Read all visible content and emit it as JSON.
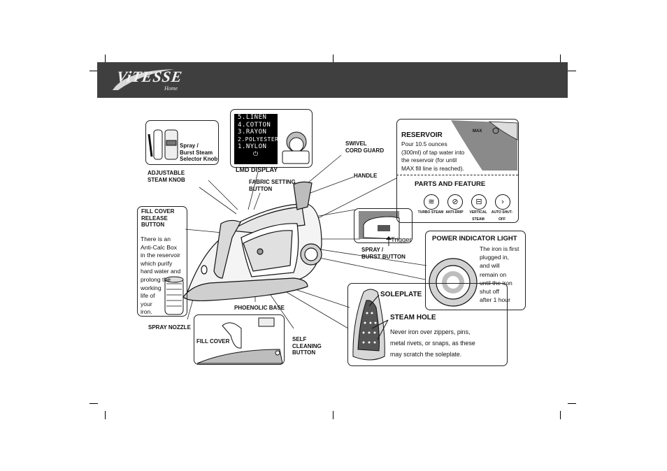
{
  "header": {
    "brand": "ViTESSE",
    "brand_sub": "Home"
  },
  "lmd": {
    "lines": [
      "5.LINEN",
      "4.COTTON",
      "3.RAYON",
      "2.POLYESTER",
      "1.NYLON"
    ],
    "label": "LMD DISPLAY",
    "icon": "power-icon"
  },
  "labels": {
    "spray_burst_knob": "Spray /\nBurst Steam\nSelector Knob",
    "adjustable_steam": "ADJUSTABLE\nSTEAM KNOB",
    "fabric_setting": "FABRIC SETTING\nBUTTON",
    "swivel_cord": "SWIVEL\nCORD GUARD",
    "handle": "HANDLE",
    "fill_cover_release": "FILL COVER\nRELEASE\nBUTTON",
    "anti_calc": "There is an\nAnti-Calc Box\nin the reservoir\nwhich purify\nhard water and\nprolong the\nworking\nlife of\nyour\niron.",
    "spray_nozzle": "SPRAY NOZZLE",
    "fill_cover": "FILL COVER",
    "phoenolic_base": "PHOENOLIC BASE",
    "self_cleaning": "SELF\nCLEANING\nBUTTON",
    "trigger": "Trigger",
    "spray_burst_button": "SPRAY /\nBURST BUTTON"
  },
  "reservoir": {
    "title": "RESERVOIR",
    "text": "Pour 10.5 ounces\n(300ml) of tap water into\nthe reservoir (for until\nMAX fill line is reached).",
    "max": "MAX"
  },
  "parts": {
    "title": "PARTS AND FEATURE",
    "icons": [
      {
        "label": "TURBO STEAM",
        "icon": "turbo-steam-icon"
      },
      {
        "label": "ANTI-DRIP",
        "icon": "anti-drip-icon"
      },
      {
        "label": "VERTICAL STEAM",
        "icon": "vertical-steam-icon"
      },
      {
        "label": "AUTO SHUT-OFF",
        "icon": "auto-shutoff-icon"
      }
    ]
  },
  "power": {
    "title": "POWER INDICATOR LIGHT",
    "text": "The iron is first\nplugged in,\nand will\nremain on\nuntil the iron\nshut off\nafter 1 hour"
  },
  "soleplate": {
    "title": "SOLEPLATE",
    "steam_title": "STEAM HOLE",
    "text": "Never iron over zippers, pins,\nmetal rivets, or snaps, as these\nmay scratch the soleplate."
  },
  "colors": {
    "header": "#3f3f3f",
    "accent_grey": "#8a8a8a"
  }
}
